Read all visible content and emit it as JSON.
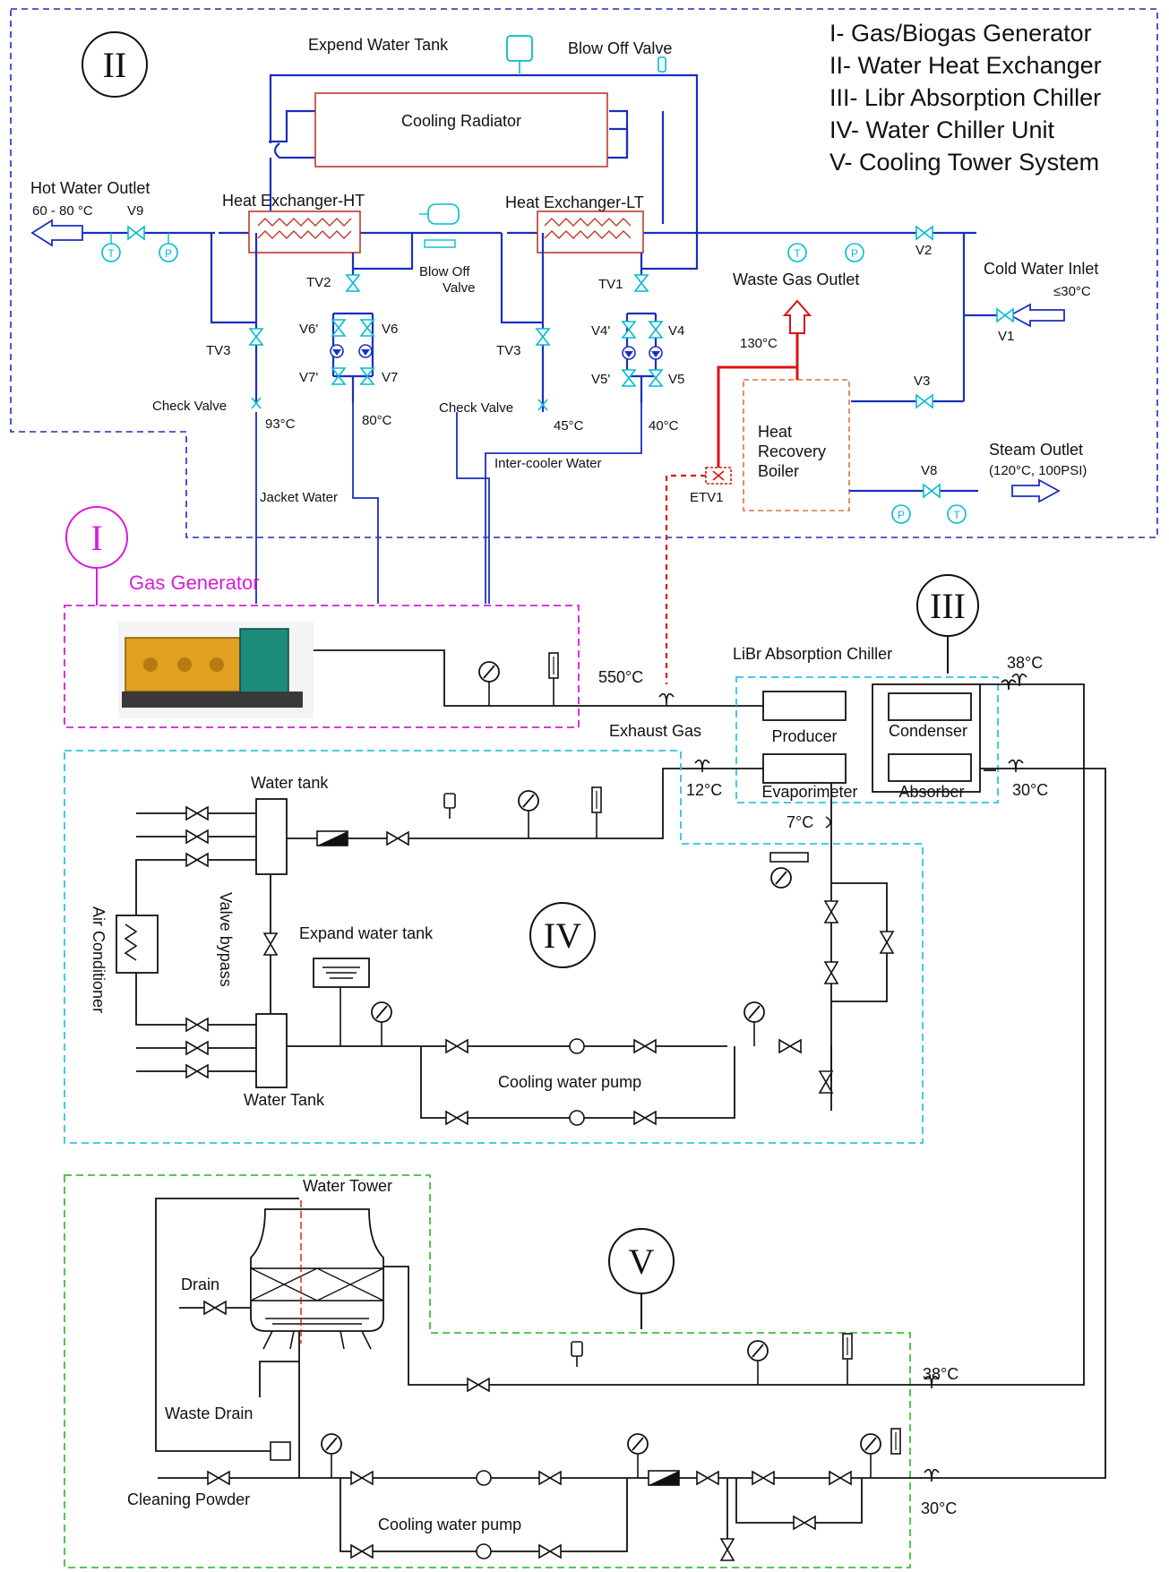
{
  "legend": [
    "I- Gas/Biogas Generator",
    "II- Water Heat Exchanger",
    "III- Libr Absorption Chiller",
    "IV- Water Chiller Unit",
    "V- Cooling Tower System"
  ],
  "section_markers": {
    "I": "I",
    "II": "II",
    "III": "III",
    "IV": "IV",
    "V": "V"
  },
  "section_II": {
    "expend_water_tank": "Expend Water Tank",
    "blow_off_valve_top": "Blow Off Valve",
    "cooling_radiator": "Cooling Radiator",
    "heat_exchanger_ht": "Heat Exchanger-HT",
    "heat_exchanger_lt": "Heat Exchanger-LT",
    "hot_water_outlet": "Hot Water Outlet",
    "hot_water_temp": "60 - 80 °C",
    "cold_water_inlet": "Cold Water Inlet",
    "cold_water_temp": "≤30°C",
    "waste_gas_outlet": "Waste Gas Outlet",
    "blow_off_small_1": "Blow Off",
    "blow_off_small_2": "Valve",
    "check_valve_1": "Check Valve",
    "check_valve_2": "Check Valve",
    "t_93": "93°C",
    "t_80": "80°C",
    "t_45": "45°C",
    "t_40": "40°C",
    "t_130": "130°C",
    "jacket_water": "Jacket Water",
    "inter_cooler_water": "Inter-cooler Water",
    "heat_recovery_1": "Heat",
    "heat_recovery_2": "Recovery",
    "heat_recovery_3": "Boiler",
    "steam_outlet": "Steam Outlet",
    "steam_spec": "(120°C, 100PSI)",
    "valves": {
      "V9": "V9",
      "TV2": "TV2",
      "TV1": "TV1",
      "TV3a": "TV3",
      "TV3b": "TV3",
      "V6p": "V6'",
      "V6": "V6",
      "V7p": "V7'",
      "V7": "V7",
      "V4p": "V4'",
      "V4": "V4",
      "V5p": "V5'",
      "V5": "V5",
      "V1": "V1",
      "V2": "V2",
      "V3": "V3",
      "V8": "V8",
      "ETV1": "ETV1"
    },
    "gauges": {
      "T": "T",
      "P": "P"
    }
  },
  "section_I": {
    "title": "Gas Generator",
    "exhaust_temp": "550°C",
    "exhaust_gas": "Exhaust Gas"
  },
  "section_III": {
    "title": "LiBr Absorption Chiller",
    "producer": "Producer",
    "condenser": "Condenser",
    "evaporimeter": "Evaporimeter",
    "absorber": "Absorber",
    "t_38": "38°C",
    "t_30": "30°C",
    "t_12": "12°C",
    "t_7": "7°C"
  },
  "section_IV": {
    "water_tank_top": "Water tank",
    "water_tank_bottom": "Water Tank",
    "valve_bypass": "Valve bypass",
    "air_conditioner": "Air Conditioner",
    "expand_water_tank": "Expand water tank",
    "cooling_water_pump": "Cooling water pump"
  },
  "section_V": {
    "water_tower": "Water Tower",
    "drain": "Drain",
    "waste_drain": "Waste Drain",
    "cleaning_powder": "Cleaning Powder",
    "cooling_water_pump": "Cooling water pump",
    "t_38": "38°C",
    "t_30": "30°C"
  },
  "colors": {
    "hot_loop": "#1a2fbf",
    "exhaust": "#e01010",
    "section_I": "#d81bd8",
    "section_IV": "#2fc4e0",
    "section_V": "#3cc03c",
    "heat_exchanger": "#c0392b"
  }
}
